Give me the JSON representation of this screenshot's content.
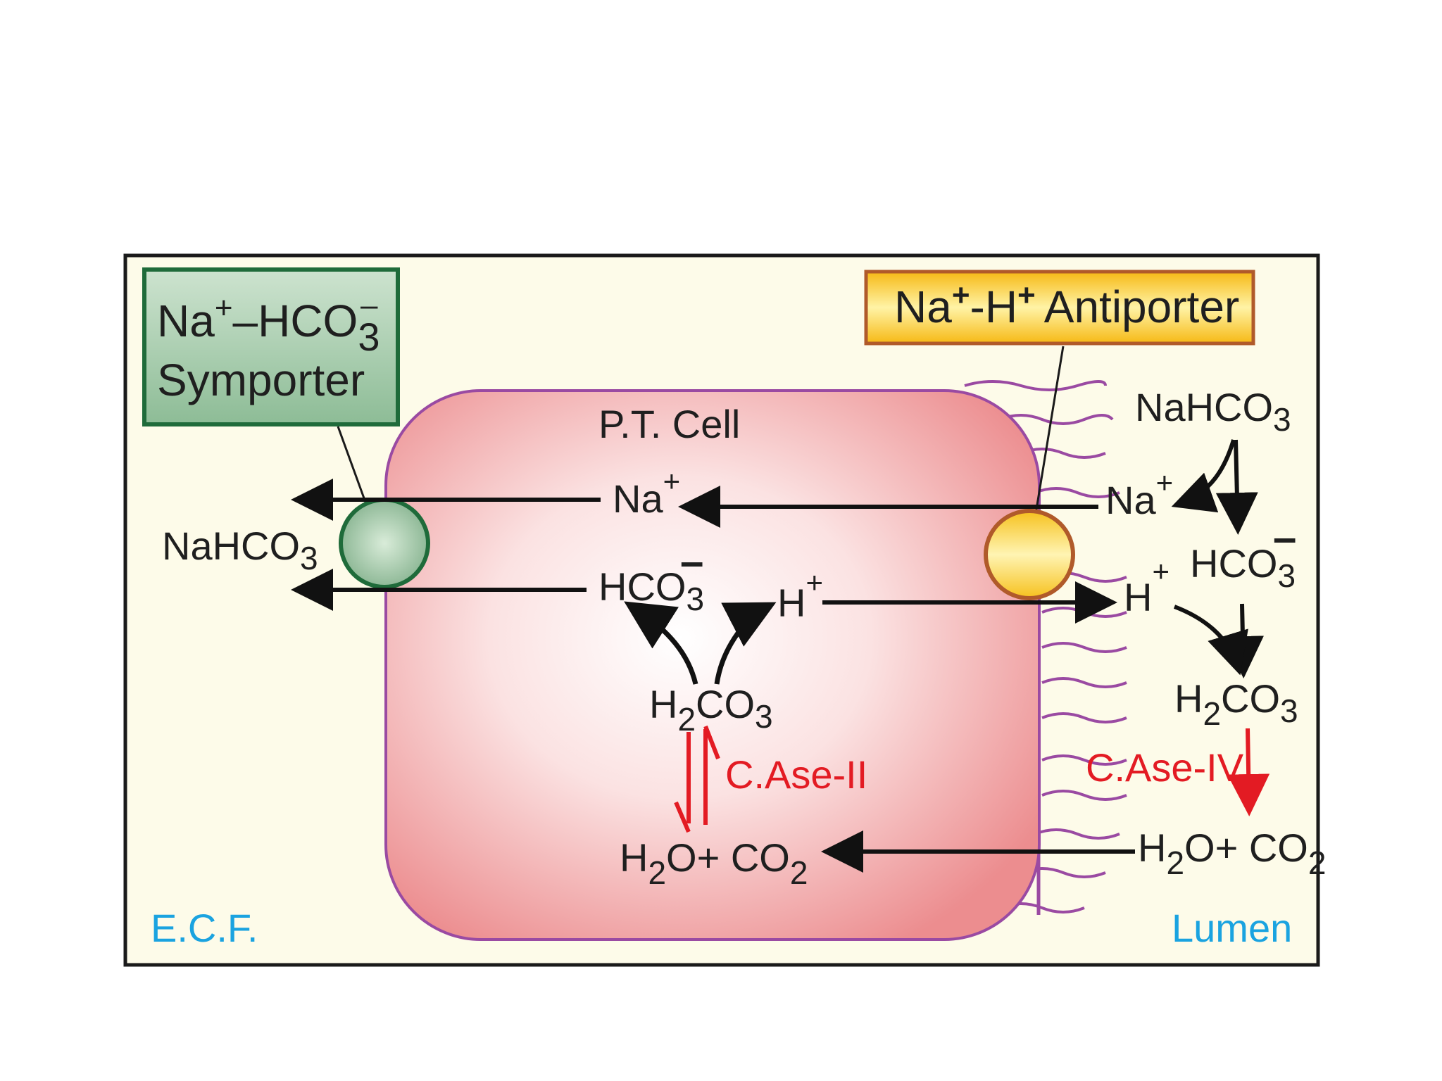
{
  "diagram": {
    "symporter": {
      "base": "Na",
      "sup": "+",
      "ion": "–HCO",
      "ion_sup": "–",
      "ion_sub": "3",
      "name": "Symporter",
      "fill": "#9ec9a6",
      "stroke": "#1f6b3a"
    },
    "antiporter": {
      "na": "Na",
      "na_sup": "+",
      "sep": "-H",
      "h_sup": "+",
      "name": "Antiporter",
      "fill": "#f7c21c",
      "stroke": "#b05a2a"
    },
    "cell_label": "P.T. Cell",
    "ecf_label": "E.C.F.",
    "lumen_label": "Lumen",
    "enzyme_ii": "C.Ase-II",
    "enzyme_iv": "C.Ase-IV",
    "left": {
      "nahco3": "NaHCO",
      "nahco3_sub": "3"
    },
    "cell": {
      "na": "Na",
      "na_sup": "+",
      "hco3": "HCO",
      "hco3_sub": "3",
      "hco3_sup": "–",
      "h": "H",
      "h_sup": "+",
      "h2co3_a": "H",
      "h2co3_sub": "2",
      "h2co3_b": "CO",
      "h2co3_sub2": "3",
      "water_a": "H",
      "water_sub": "2",
      "water_b": "O+ CO",
      "water_sub2": "2"
    },
    "lumen": {
      "nahco3": "NaHCO",
      "nahco3_sub": "3",
      "na": "Na",
      "na_sup": "+",
      "hco3": "HCO",
      "hco3_sub": "3",
      "hco3_sup": "–",
      "h": "H",
      "h_sup": "+",
      "h2co3_a": "H",
      "h2co3_sub": "2",
      "h2co3_b": "CO",
      "h2co3_sub2": "3",
      "water_a": "H",
      "water_sub": "2",
      "water_b": "O+ CO",
      "water_sub2": "2"
    },
    "colors": {
      "accent_red": "#e31b23",
      "label_blue": "#1aa3e0",
      "cell_pink": "#ec8d8f",
      "background": "#fdfbe9"
    }
  }
}
